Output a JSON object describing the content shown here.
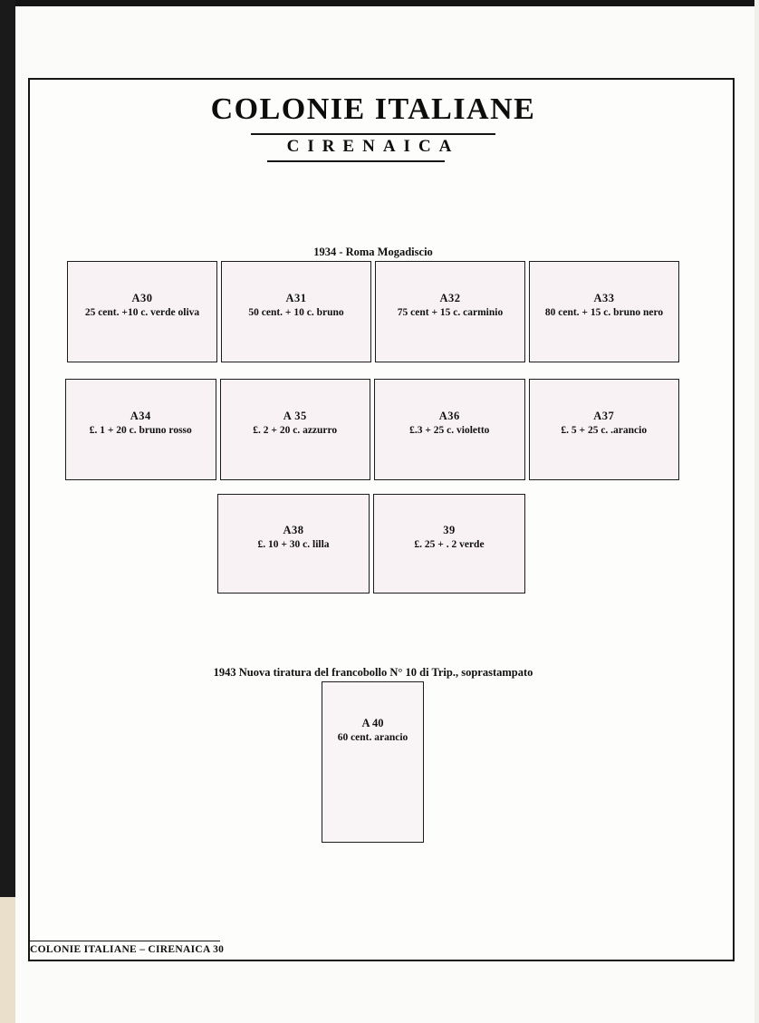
{
  "header": {
    "title": "COLONIE ITALIANE",
    "subtitle": "CIRENAICA"
  },
  "captions": {
    "c1934": "1934 - Roma Mogadiscio",
    "c1943": "1943  Nuova tiratura del  francobollo  N° 10 di Trip., soprastampato"
  },
  "rows": {
    "row1": [
      {
        "code": "A30",
        "desc": "25 cent.  +10 c.  verde oliva"
      },
      {
        "code": "A31",
        "desc": "50 cent. + 10 c.  bruno"
      },
      {
        "code": "A32",
        "desc": "75 cent + 15 c.  carminio"
      },
      {
        "code": "A33",
        "desc": "80 cent. + 15 c.  bruno nero"
      }
    ],
    "row2": [
      {
        "code": "A34",
        "desc": "£. 1 + 20 c.  bruno rosso"
      },
      {
        "code": "A 35",
        "desc": "£. 2 + 20 c.   azzurro"
      },
      {
        "code": "A36",
        "desc": "£.3 + 25 c.   violetto"
      },
      {
        "code": "A37",
        "desc": "£. 5 + 25 c.  .arancio"
      }
    ],
    "row3": [
      {
        "code": "A38",
        "desc": "£. 10 + 30 c.  lilla"
      },
      {
        "code": "39",
        "desc": "£. 25 + . 2 verde"
      }
    ],
    "row4": [
      {
        "code": "A 40",
        "desc": "60 cent. arancio"
      }
    ]
  },
  "footer": {
    "text": "COLONIE ITALIANE –   CIRENAICA  30"
  }
}
